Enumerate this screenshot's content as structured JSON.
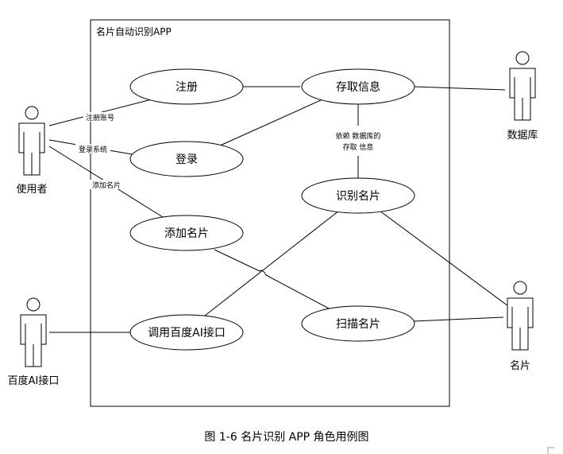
{
  "system": {
    "title": "名片自动识别APP"
  },
  "actors": {
    "user": "使用者",
    "database": "数据库",
    "baidu_ai": "百度AI接口",
    "card": "名片"
  },
  "usecases": {
    "register": "注册",
    "login": "登录",
    "add_card": "添加名片",
    "call_ai": "调用百度AI接口",
    "store_info": "存取信息",
    "recognize": "识别名片",
    "scan": "扫描名片"
  },
  "edge_labels": {
    "register_account": "注册账号",
    "login_system": "登录系统",
    "add_card": "添加名片",
    "depend_db_line1": "依赖 数据库的",
    "depend_db_line2": "存取 信息"
  },
  "caption": "图 1-6 名片识别 APP 角色用例图"
}
